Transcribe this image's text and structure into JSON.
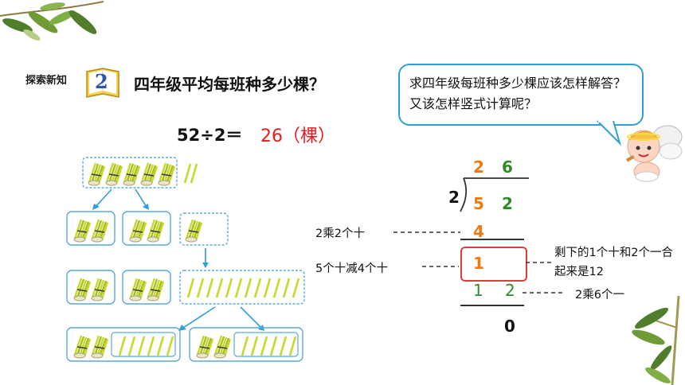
{
  "header": {
    "section_tag": "探索新知",
    "badge_number": "2",
    "question": "四年级平均每班种多少棵？"
  },
  "equation": {
    "expression": "52÷2＝",
    "answer": "26（棵）"
  },
  "bubble": {
    "text": "求四年级每班种多少棵应该怎样解答？又该怎样竖式计算呢？"
  },
  "division": {
    "divisor": "2",
    "quotient": [
      "2",
      "6"
    ],
    "dividend": [
      "5",
      "2"
    ],
    "step1": "4",
    "remainder_tens": "1",
    "step2": [
      "1",
      "2"
    ],
    "final_remainder": "0"
  },
  "annotations": {
    "left_1": "2乘2个十",
    "left_2": "5个十减4个十",
    "right_1": "剩下的1个十和2个一合起来是12",
    "right_2": "2乘6个一"
  },
  "colors": {
    "orange": "#f07a12",
    "green": "#2f8a28",
    "red": "#e41c1c",
    "blue": "#2f9fd8",
    "stick_yellow": "#c9d62a"
  }
}
